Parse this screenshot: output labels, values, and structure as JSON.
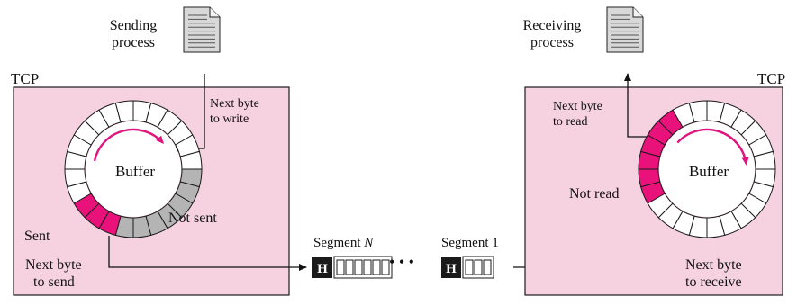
{
  "colors": {
    "tcp_box_fill": "#f6d2e1",
    "tcp_box_stroke": "#1a1a1a",
    "sent": "#e8127a",
    "not_sent": "#b4b4b4",
    "not_read": "#e8127a",
    "empty_cell": "#ffffff",
    "arrow_rotation": "#e0147f",
    "header_block": "#1a1a1a",
    "doc_fill": "#d8d8d8"
  },
  "sender": {
    "tcp_label": "TCP",
    "process_label_line1": "Sending",
    "process_label_line2": "process",
    "next_write_line1": "Next byte",
    "next_write_line2": "to write",
    "buffer_label": "Buffer",
    "sent_label": "Sent",
    "not_sent_label": "Not sent",
    "next_send_line1": "Next byte",
    "next_send_line2": "to send"
  },
  "receiver": {
    "tcp_label": "TCP",
    "process_label_line1": "Receiving",
    "process_label_line2": "process",
    "next_read_line1": "Next byte",
    "next_read_line2": "to read",
    "buffer_label": "Buffer",
    "not_read_label": "Not read",
    "next_receive_line1": "Next byte",
    "next_receive_line2": "to receive"
  },
  "segments": {
    "segment_n_label": "Segment ",
    "segment_n_italic": "N",
    "segment_1_label": "Segment 1",
    "header_letter": "H",
    "ellipsis": "• • •"
  }
}
